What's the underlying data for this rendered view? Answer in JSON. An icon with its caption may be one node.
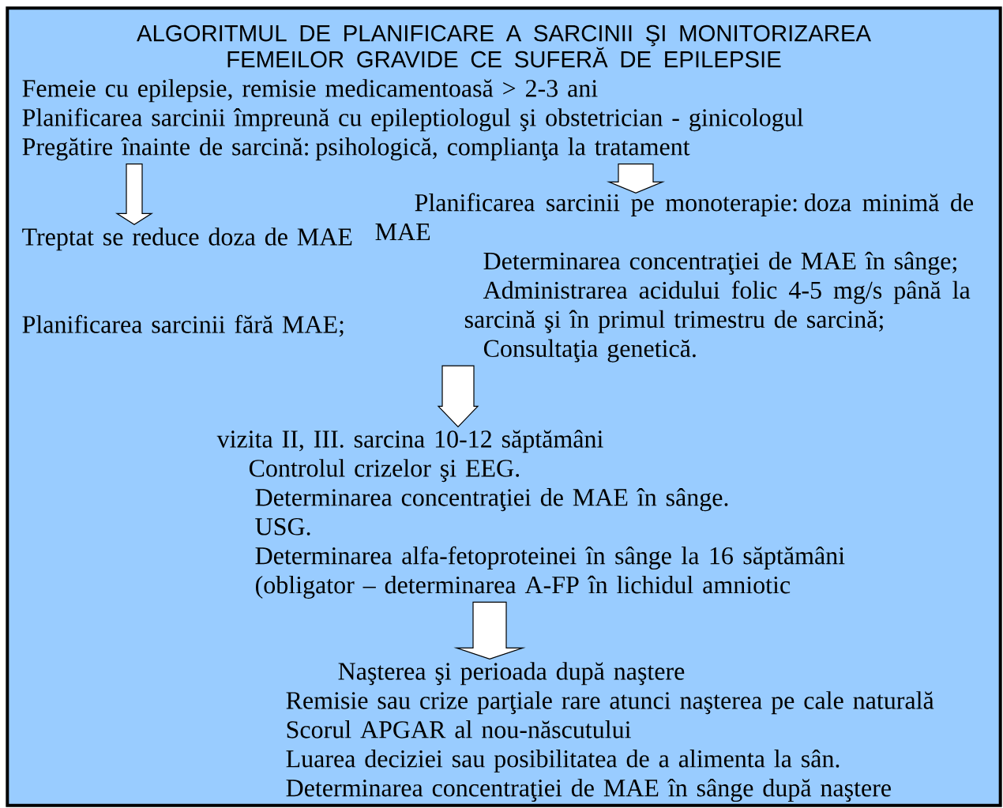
{
  "diagram": {
    "nodes": [
      {
        "text": [
          "ALGORITMUL DE PLANIFICARE A SARCINII ŞI MONITORIZAREA FEMEILOR GRAVIDE CE SUFERĂ DE EPILEPSIE"
        ]
      },
      {
        "text": [
          "Femeie cu epilepsie, remisie medicamentoasă > 2-3 ani",
          "Planificarea sarcinii împreună cu epileptiologul şi obstetrician - ginicologul",
          "Pregătire înainte de sarcină: psihologică, complianţa la tratament"
        ],
        "in": 0
      },
      {
        "text": [
          "Treptat se reduce doza de MAE",
          "Planificarea sarcinii fără MAE;"
        ],
        "in": 0
      },
      {
        "text": [
          "Planificarea sarcinii pe monoterapie: doza minimă de MAE",
          "Determinarea concentraţiei de MAE în sânge;",
          "Administrarea acidului folic 4-5 mg/s până la sarcină şi în primul trimestru de sarcină;",
          "Consultaţia genetică."
        ],
        "in": 0
      },
      {
        "text": [
          "vizita II, III. sarcina 10-12 săptămâni",
          "Controlul crizelor şi EEG.",
          "Determinarea concentraţiei de MAE în sânge.",
          "USG.",
          "Determinarea alfa-fetoproteinei în sânge la 16 săptămâni (obligator – determinarea A-FP în lichidul amniotic"
        ],
        "in": 0
      },
      {
        "text": [
          "Naşterea şi perioada după naştere",
          "Remisie sau crize parţiale rare atunci naşterea pe cale naturală",
          "Scorul APGAR al nou-născutului",
          "Luarea deciziei sau posibilitatea de a alimenta la sân.",
          "Determinarea concentraţiei de MAE în sânge după naştere"
        ],
        "in": 0
      }
    ],
    "edges": [
      {
        "from": 1,
        "to": 2,
        "arrow": "to"
      },
      {
        "from": 1,
        "to": 3,
        "arrow": "to"
      },
      {
        "from": 3,
        "to": 4,
        "arrow": "to"
      },
      {
        "from": 4,
        "to": 5,
        "arrow": "to"
      }
    ]
  }
}
